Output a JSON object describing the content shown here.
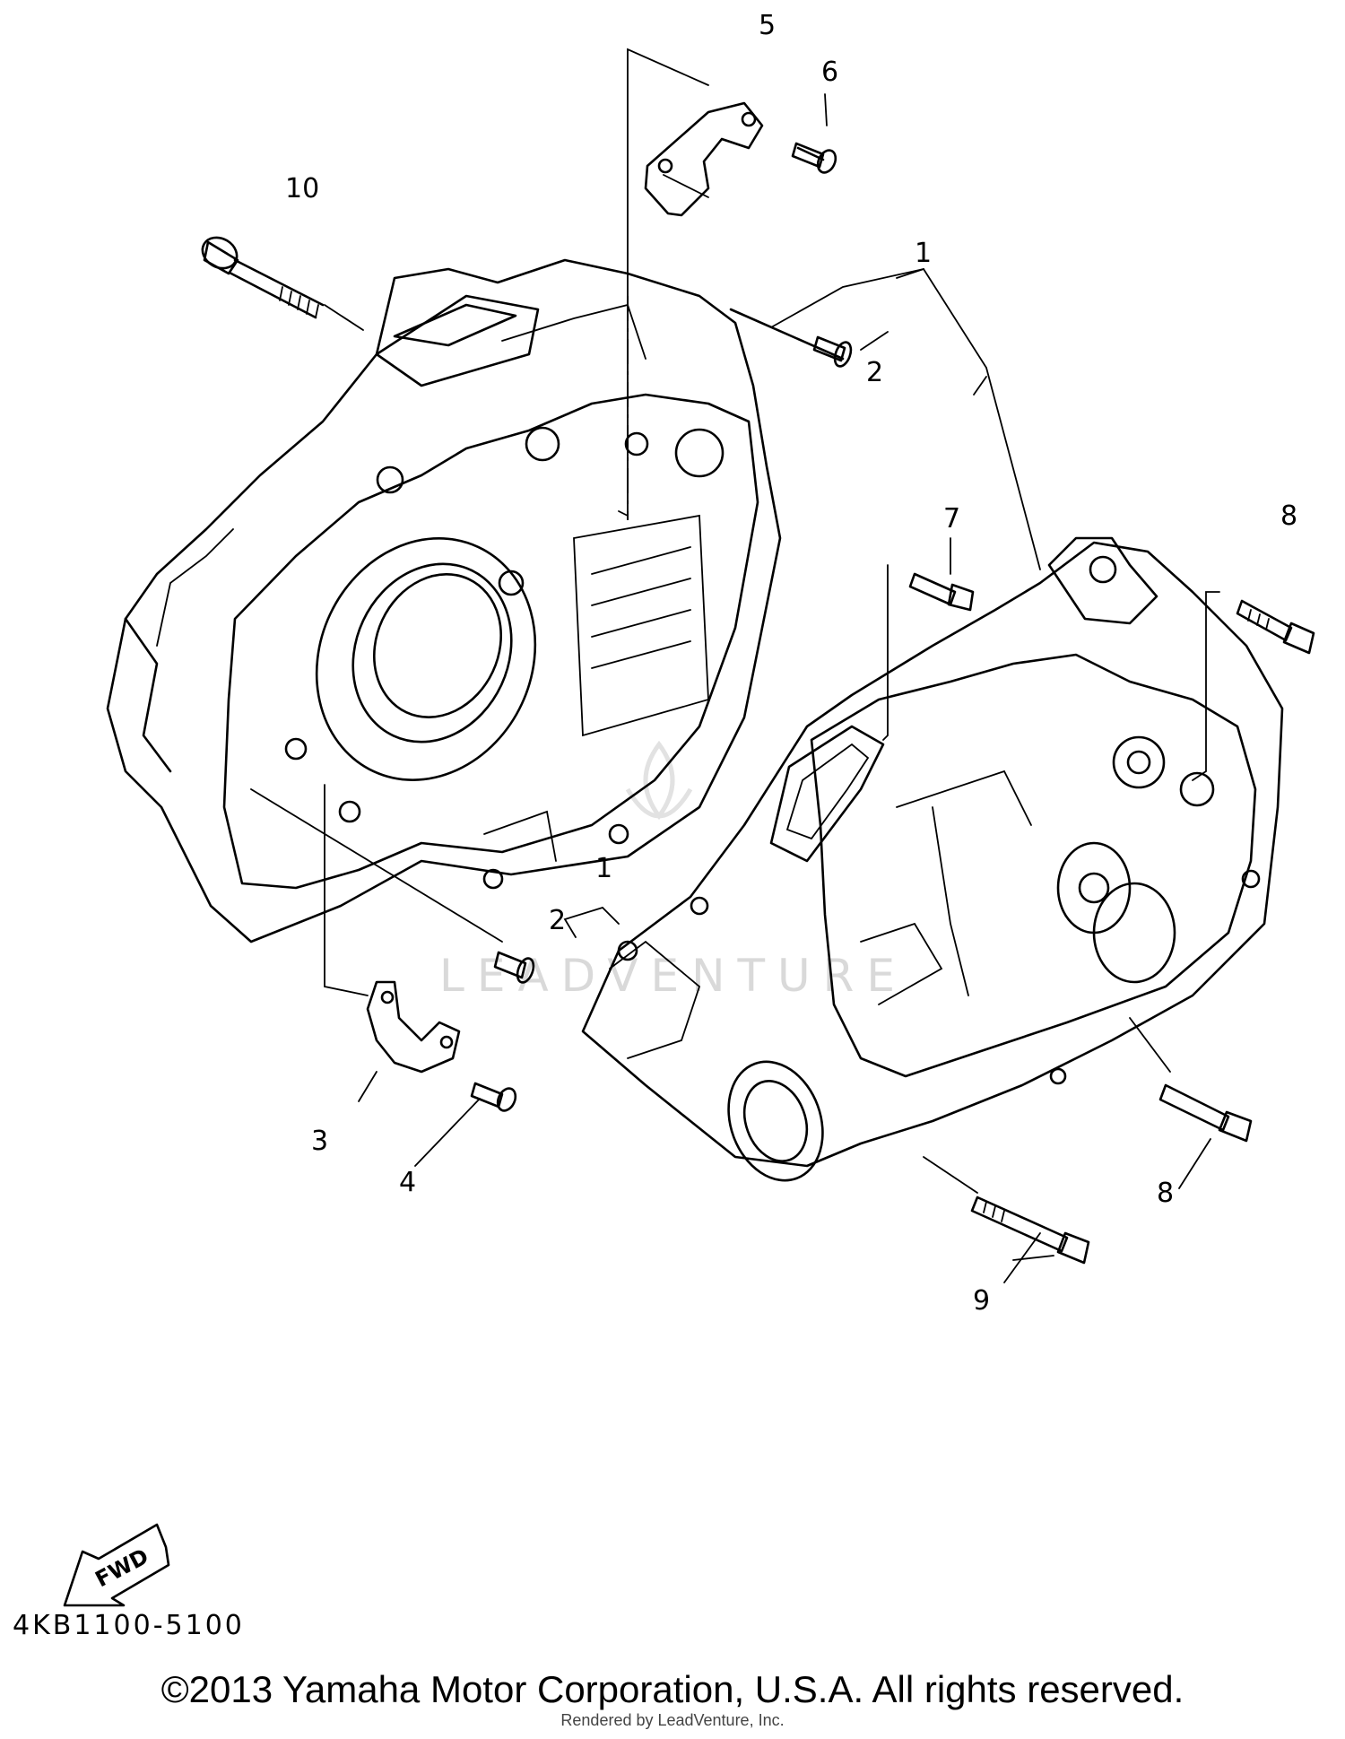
{
  "diagram": {
    "part_code": "4KB1100-5100",
    "copyright": "©2013 Yamaha Motor Corporation, U.S.A. All rights reserved.",
    "rendered_by": "Rendered by LeadVenture, Inc.",
    "watermark": "LEADVENTURE",
    "fwd_label": "FWD",
    "callouts": {
      "c1a": "1",
      "c1b": "1",
      "c2a": "2",
      "c2b": "2",
      "c3": "3",
      "c4": "4",
      "c5": "5",
      "c6": "6",
      "c7": "7",
      "c8a": "8",
      "c8b": "8",
      "c9": "9",
      "c10": "10"
    }
  }
}
